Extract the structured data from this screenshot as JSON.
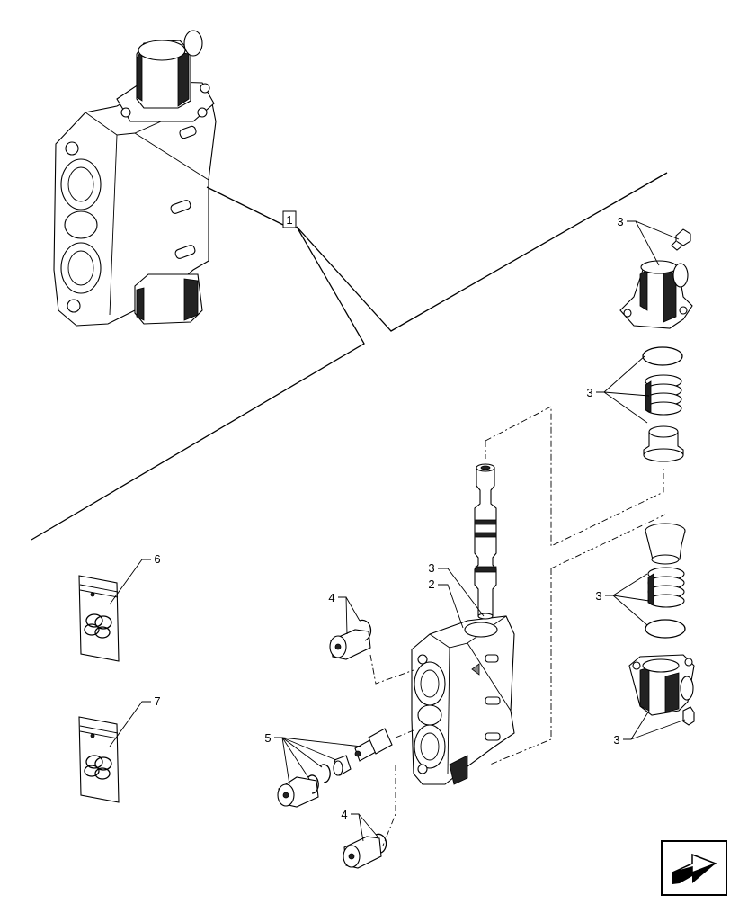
{
  "diagram": {
    "callouts": [
      {
        "id": "callout-1",
        "label": "1"
      },
      {
        "id": "callout-2",
        "label": "2"
      },
      {
        "id": "callout-3a",
        "label": "3"
      },
      {
        "id": "callout-3b",
        "label": "3"
      },
      {
        "id": "callout-3c",
        "label": "3"
      },
      {
        "id": "callout-3d",
        "label": "3"
      },
      {
        "id": "callout-3e",
        "label": "3"
      },
      {
        "id": "callout-4a",
        "label": "4"
      },
      {
        "id": "callout-4b",
        "label": "4"
      },
      {
        "id": "callout-5",
        "label": "5"
      },
      {
        "id": "callout-6",
        "label": "6"
      },
      {
        "id": "callout-7",
        "label": "7"
      }
    ],
    "nav_icon": "next-page-arrow-icon"
  }
}
